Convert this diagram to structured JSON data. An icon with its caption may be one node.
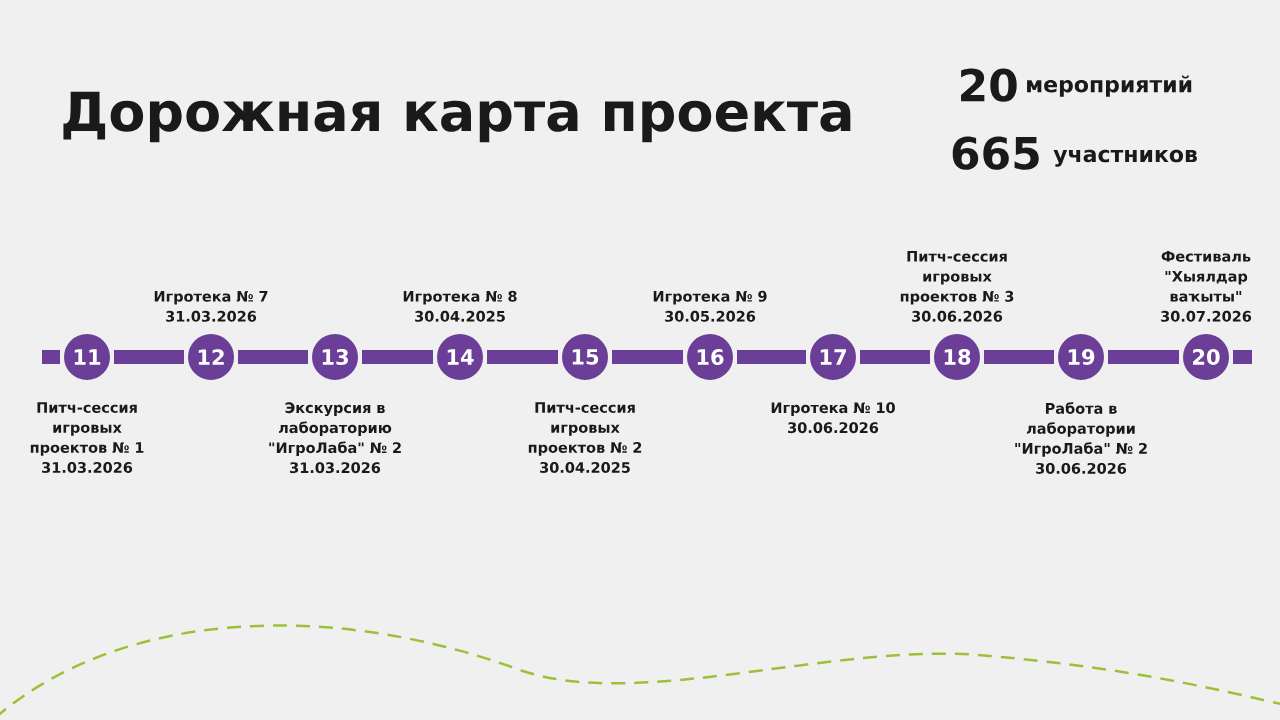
{
  "diagram": {
    "title": "Дорожная карта проекта",
    "nodes": [
      {
        "text": [
          "11"
        ],
        "beside": [
          "Питч-сессия игровых проектов № 1",
          "31.03.2026"
        ]
      },
      {
        "text": [
          "12"
        ],
        "beside": [
          "Игротека № 7",
          "31.03.2026"
        ]
      },
      {
        "text": [
          "13"
        ],
        "beside": [
          "Экскурсия в лабораторию \"ИгроЛаба\" № 2",
          "31.03.2026"
        ]
      },
      {
        "text": [
          "14"
        ],
        "beside": [
          "Игротека № 8",
          "30.04.2025"
        ]
      },
      {
        "text": [
          "15"
        ],
        "beside": [
          "Питч-сессия игровых проектов № 2",
          "30.04.2025"
        ]
      },
      {
        "text": [
          "16"
        ],
        "beside": [
          "Игротека № 9",
          "30.05.2026"
        ]
      },
      {
        "text": [
          "17"
        ],
        "beside": [
          "Игротека № 10",
          "30.06.2026"
        ]
      },
      {
        "text": [
          "18"
        ],
        "beside": [
          "Питч-сессия игровых проектов № 3",
          "30.06.2026"
        ]
      },
      {
        "text": [
          "19"
        ],
        "beside": [
          "Работа в лаборатории \"ИгроЛаба\" № 2",
          "30.06.2026"
        ]
      },
      {
        "text": [
          "20"
        ],
        "beside": [
          "Фестиваль \"Хыялдар ваҡыты\"",
          "30.07.2026"
        ]
      }
    ],
    "edges": [
      {
        "from": null,
        "to": 0,
        "arrow": "none"
      },
      {
        "from": 0,
        "to": 1,
        "arrow": "none"
      },
      {
        "from": 1,
        "to": 2,
        "arrow": "none"
      },
      {
        "from": 2,
        "to": 3,
        "arrow": "none"
      },
      {
        "from": 3,
        "to": 4,
        "arrow": "none"
      },
      {
        "from": 4,
        "to": 5,
        "arrow": "none"
      },
      {
        "from": 5,
        "to": 6,
        "arrow": "none"
      },
      {
        "from": 6,
        "to": 7,
        "arrow": "none"
      },
      {
        "from": 7,
        "to": 8,
        "arrow": "none"
      },
      {
        "from": 8,
        "to": 9,
        "arrow": "none"
      },
      {
        "from": 9,
        "to": null,
        "arrow": "none"
      }
    ],
    "labels": [
      "20",
      "мероприятий",
      "665",
      "участников"
    ]
  }
}
